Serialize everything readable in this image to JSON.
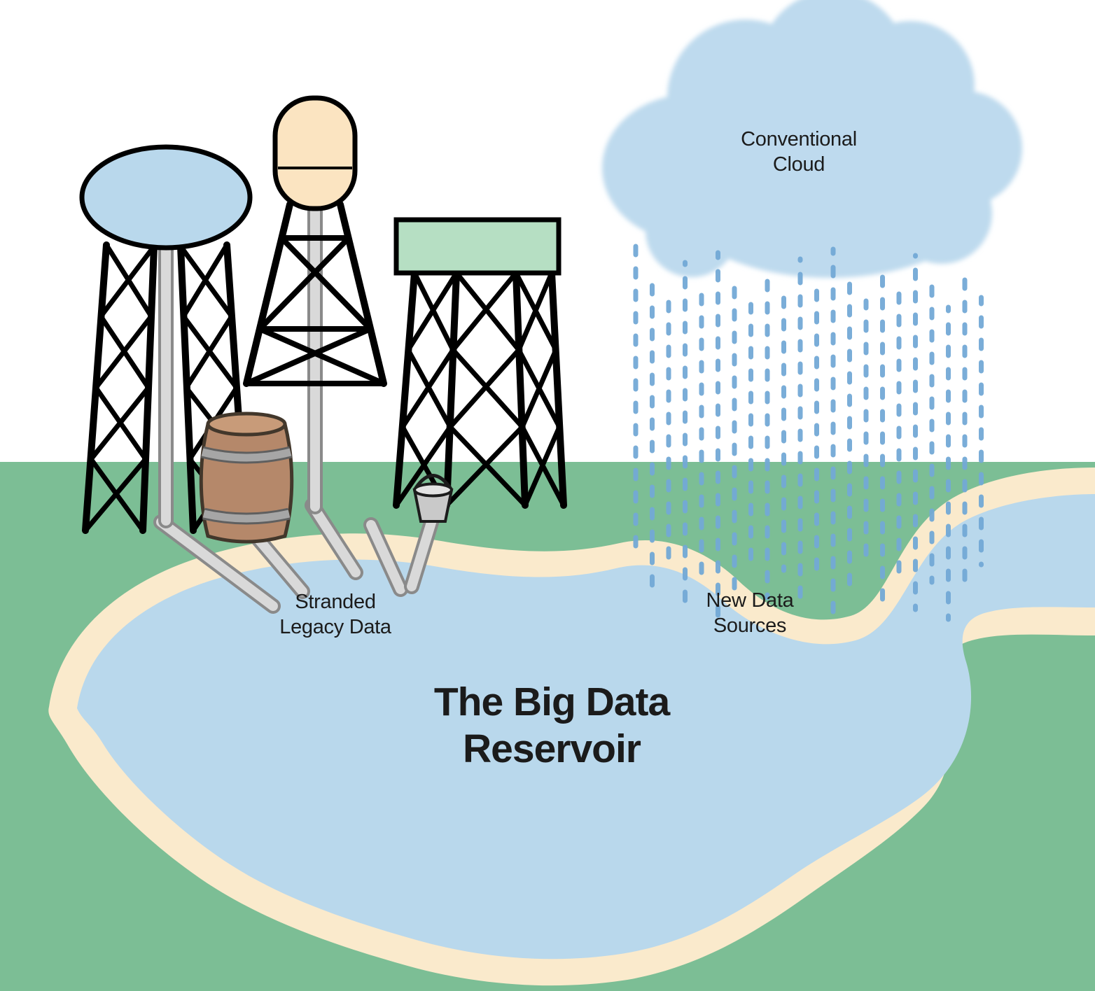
{
  "diagram": {
    "title": "The Big Data\nReservoir",
    "labels": {
      "cloud": "Conventional\nCloud",
      "stranded": "Stranded\nLegacy Data",
      "new_sources": "New Data\nSources"
    },
    "colors": {
      "sky": "#ffffff",
      "ground": "#7cbe95",
      "sand": "#faeacc",
      "water": "#b9d8ec",
      "cloud": "#bedaee",
      "rain": "#73a9d6",
      "tank_blue": "#b9d8ec",
      "tank_cream": "#fbe4c1",
      "tank_green": "#b6dfc3",
      "structure": "#000000",
      "pipe": "#d9d9d9",
      "pipe_stroke": "#8a8a8a",
      "barrel": "#b5886a",
      "barrel_top": "#c89b79",
      "barrel_edge": "#42372b",
      "band": "#a6a6a6",
      "band_edge": "#5f5f5f",
      "bucket": "#c9c9c9",
      "bucket_rim": "#e3e3e3",
      "text": "#1b1b1b"
    }
  }
}
